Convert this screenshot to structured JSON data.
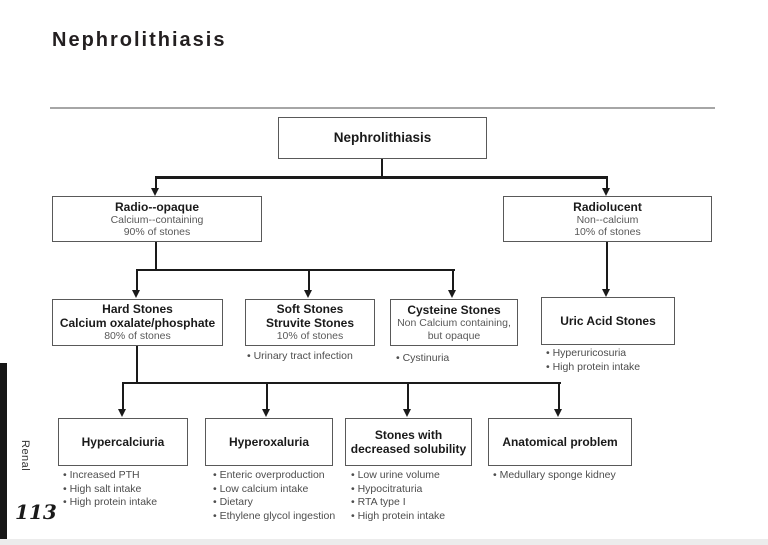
{
  "page": {
    "title": "Nephrolithiasis",
    "section_tab": "Renal",
    "page_number": "113"
  },
  "nodes": {
    "root": {
      "title": "Nephrolithiasis"
    },
    "radio_opaque": {
      "title": "Radio--opaque",
      "sub1": "Calcium--containing",
      "sub2": "90% of stones"
    },
    "radiolucent": {
      "title": "Radiolucent",
      "sub1": "Non--calcium",
      "sub2": "10% of stones"
    },
    "hard_stones": {
      "title1": "Hard Stones",
      "title2": "Calcium oxalate/phosphate",
      "sub": "80% of stones"
    },
    "soft_stones": {
      "title1": "Soft Stones",
      "title2": "Struvite Stones",
      "sub": "10% of stones",
      "bullets": [
        "Urinary tract infection"
      ]
    },
    "cysteine_stones": {
      "title": "Cysteine Stones",
      "sub1": "Non Calcium containing,",
      "sub2": "but opaque",
      "bullets": [
        "Cystinuria"
      ]
    },
    "uric_acid": {
      "title": "Uric Acid Stones",
      "bullets": [
        "Hyperuricosuria",
        "High protein intake"
      ]
    },
    "hypercalciuria": {
      "title": "Hypercalciuria",
      "bullets": [
        "Increased PTH",
        "High salt intake",
        "High protein intake"
      ]
    },
    "hyperoxaluria": {
      "title": "Hyperoxaluria",
      "bullets": [
        "Enteric overproduction",
        "Low calcium intake",
        "Dietary",
        "Ethylene glycol ingestion"
      ]
    },
    "decreased_solubility": {
      "title1": "Stones with",
      "title2": "decreased solubility",
      "bullets": [
        "Low urine volume",
        "Hypocitraturia",
        "RTA type I",
        "High protein intake"
      ]
    },
    "anatomical_problem": {
      "title": "Anatomical problem",
      "bullets": [
        "Medullary sponge kidney"
      ]
    }
  }
}
